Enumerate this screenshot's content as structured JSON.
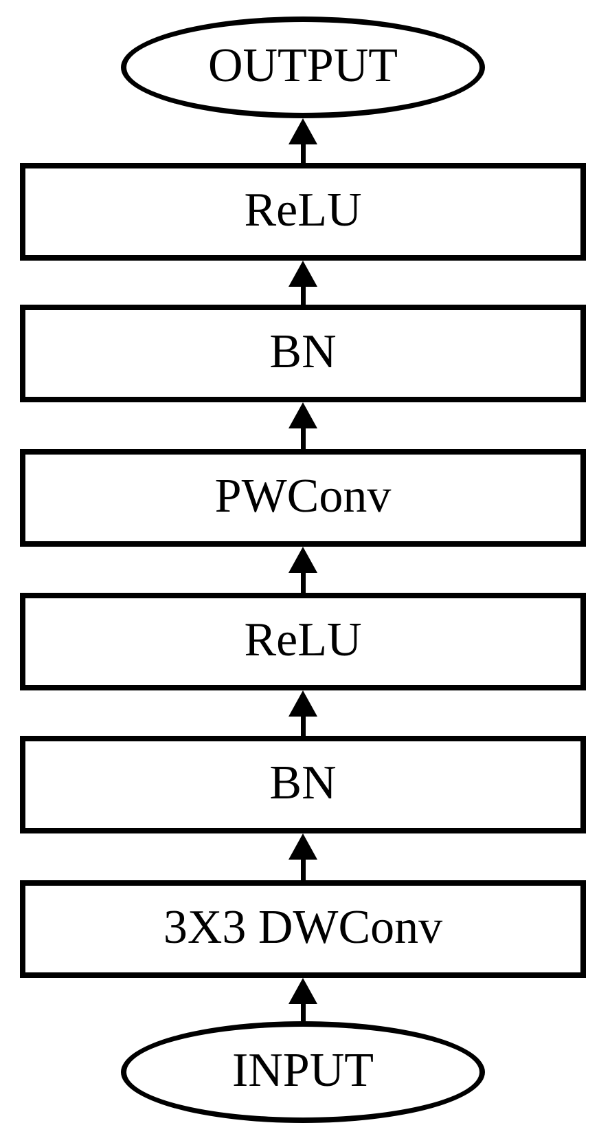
{
  "diagram": {
    "type": "flowchart",
    "flow_direction": "bottom-to-top",
    "colors": {
      "stroke": "#000000",
      "background": "#ffffff",
      "text": "#000000"
    },
    "nodes": [
      {
        "id": "output",
        "shape": "ellipse",
        "label": "OUTPUT"
      },
      {
        "id": "relu-2",
        "shape": "rect",
        "label": "ReLU"
      },
      {
        "id": "bn-2",
        "shape": "rect",
        "label": "BN"
      },
      {
        "id": "pwconv",
        "shape": "rect",
        "label": "PWConv"
      },
      {
        "id": "relu-1",
        "shape": "rect",
        "label": "ReLU"
      },
      {
        "id": "bn-1",
        "shape": "rect",
        "label": "BN"
      },
      {
        "id": "dwconv",
        "shape": "rect",
        "label": "3X3 DWConv"
      },
      {
        "id": "input",
        "shape": "ellipse",
        "label": "INPUT"
      }
    ],
    "edges": [
      {
        "from": "input",
        "to": "dwconv",
        "direction": "up"
      },
      {
        "from": "dwconv",
        "to": "bn-1",
        "direction": "up"
      },
      {
        "from": "bn-1",
        "to": "relu-1",
        "direction": "up"
      },
      {
        "from": "relu-1",
        "to": "pwconv",
        "direction": "up"
      },
      {
        "from": "pwconv",
        "to": "bn-2",
        "direction": "up"
      },
      {
        "from": "bn-2",
        "to": "relu-2",
        "direction": "up"
      },
      {
        "from": "relu-2",
        "to": "output",
        "direction": "up"
      }
    ]
  }
}
